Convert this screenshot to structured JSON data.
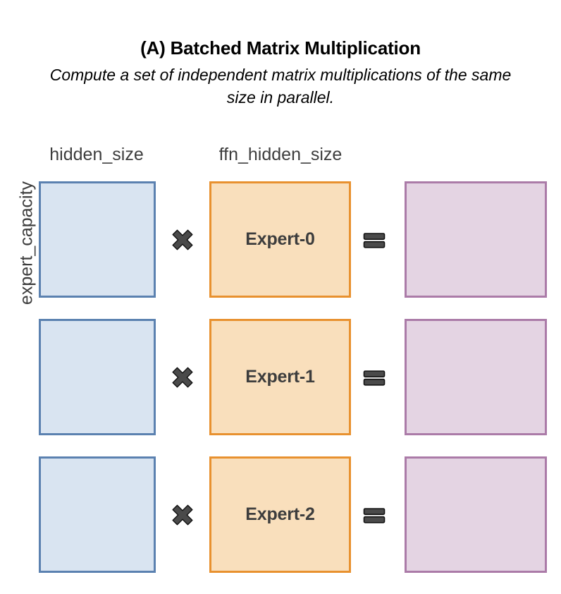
{
  "figure": {
    "title": "(A) Batched Matrix Multiplication",
    "subtitle": "Compute a set of independent matrix multiplications of the same size in parallel."
  },
  "axes": {
    "y_label": "expert_capacity",
    "column_labels": {
      "input": "hidden_size",
      "weight": "ffn_hidden_size"
    }
  },
  "colors": {
    "input_fill": "#d9e4f1",
    "input_border": "#5b81b0",
    "weight_fill": "#f9dfbc",
    "weight_border": "#e8912f",
    "output_fill": "#e4d4e3",
    "output_border": "#ab7ba8",
    "operator": "#4a4a4a",
    "label_text": "#3d3d3d",
    "title_text": "#000000"
  },
  "operators": {
    "multiply": "multiply-icon",
    "equals": "equals-icon"
  },
  "rows": [
    {
      "input_label": "",
      "weight_label": "Expert-0",
      "output_label": ""
    },
    {
      "input_label": "",
      "weight_label": "Expert-1",
      "output_label": ""
    },
    {
      "input_label": "",
      "weight_label": "Expert-2",
      "output_label": ""
    }
  ]
}
